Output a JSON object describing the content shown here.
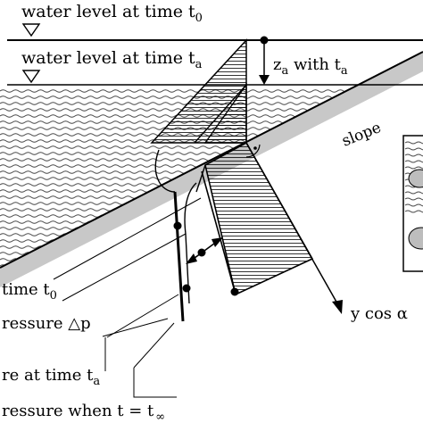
{
  "colors": {
    "ink": "#000000",
    "wave": "#444444",
    "slope_shade": "#c8c8c8",
    "inset_blob": "#bdbdbd",
    "background": "#ffffff"
  },
  "labels": {
    "water_level_t0": "water level at time t",
    "water_level_t0_sub": "0",
    "water_level_ta": "water level at time t",
    "water_level_ta_sub": "a",
    "za_main": "z",
    "za_sub": "a",
    "za_with": " with t",
    "za_with_sub": "a",
    "slope": "slope",
    "y_cos": "y cos α",
    "time_t0": "time t",
    "time_t0_sub": "0",
    "pressure_dp": "ressure △p",
    "pressure_ta": "re at time t",
    "pressure_ta_sub": "a",
    "pressure_inf": "ressure when t = t",
    "pressure_inf_sub": "∞"
  }
}
